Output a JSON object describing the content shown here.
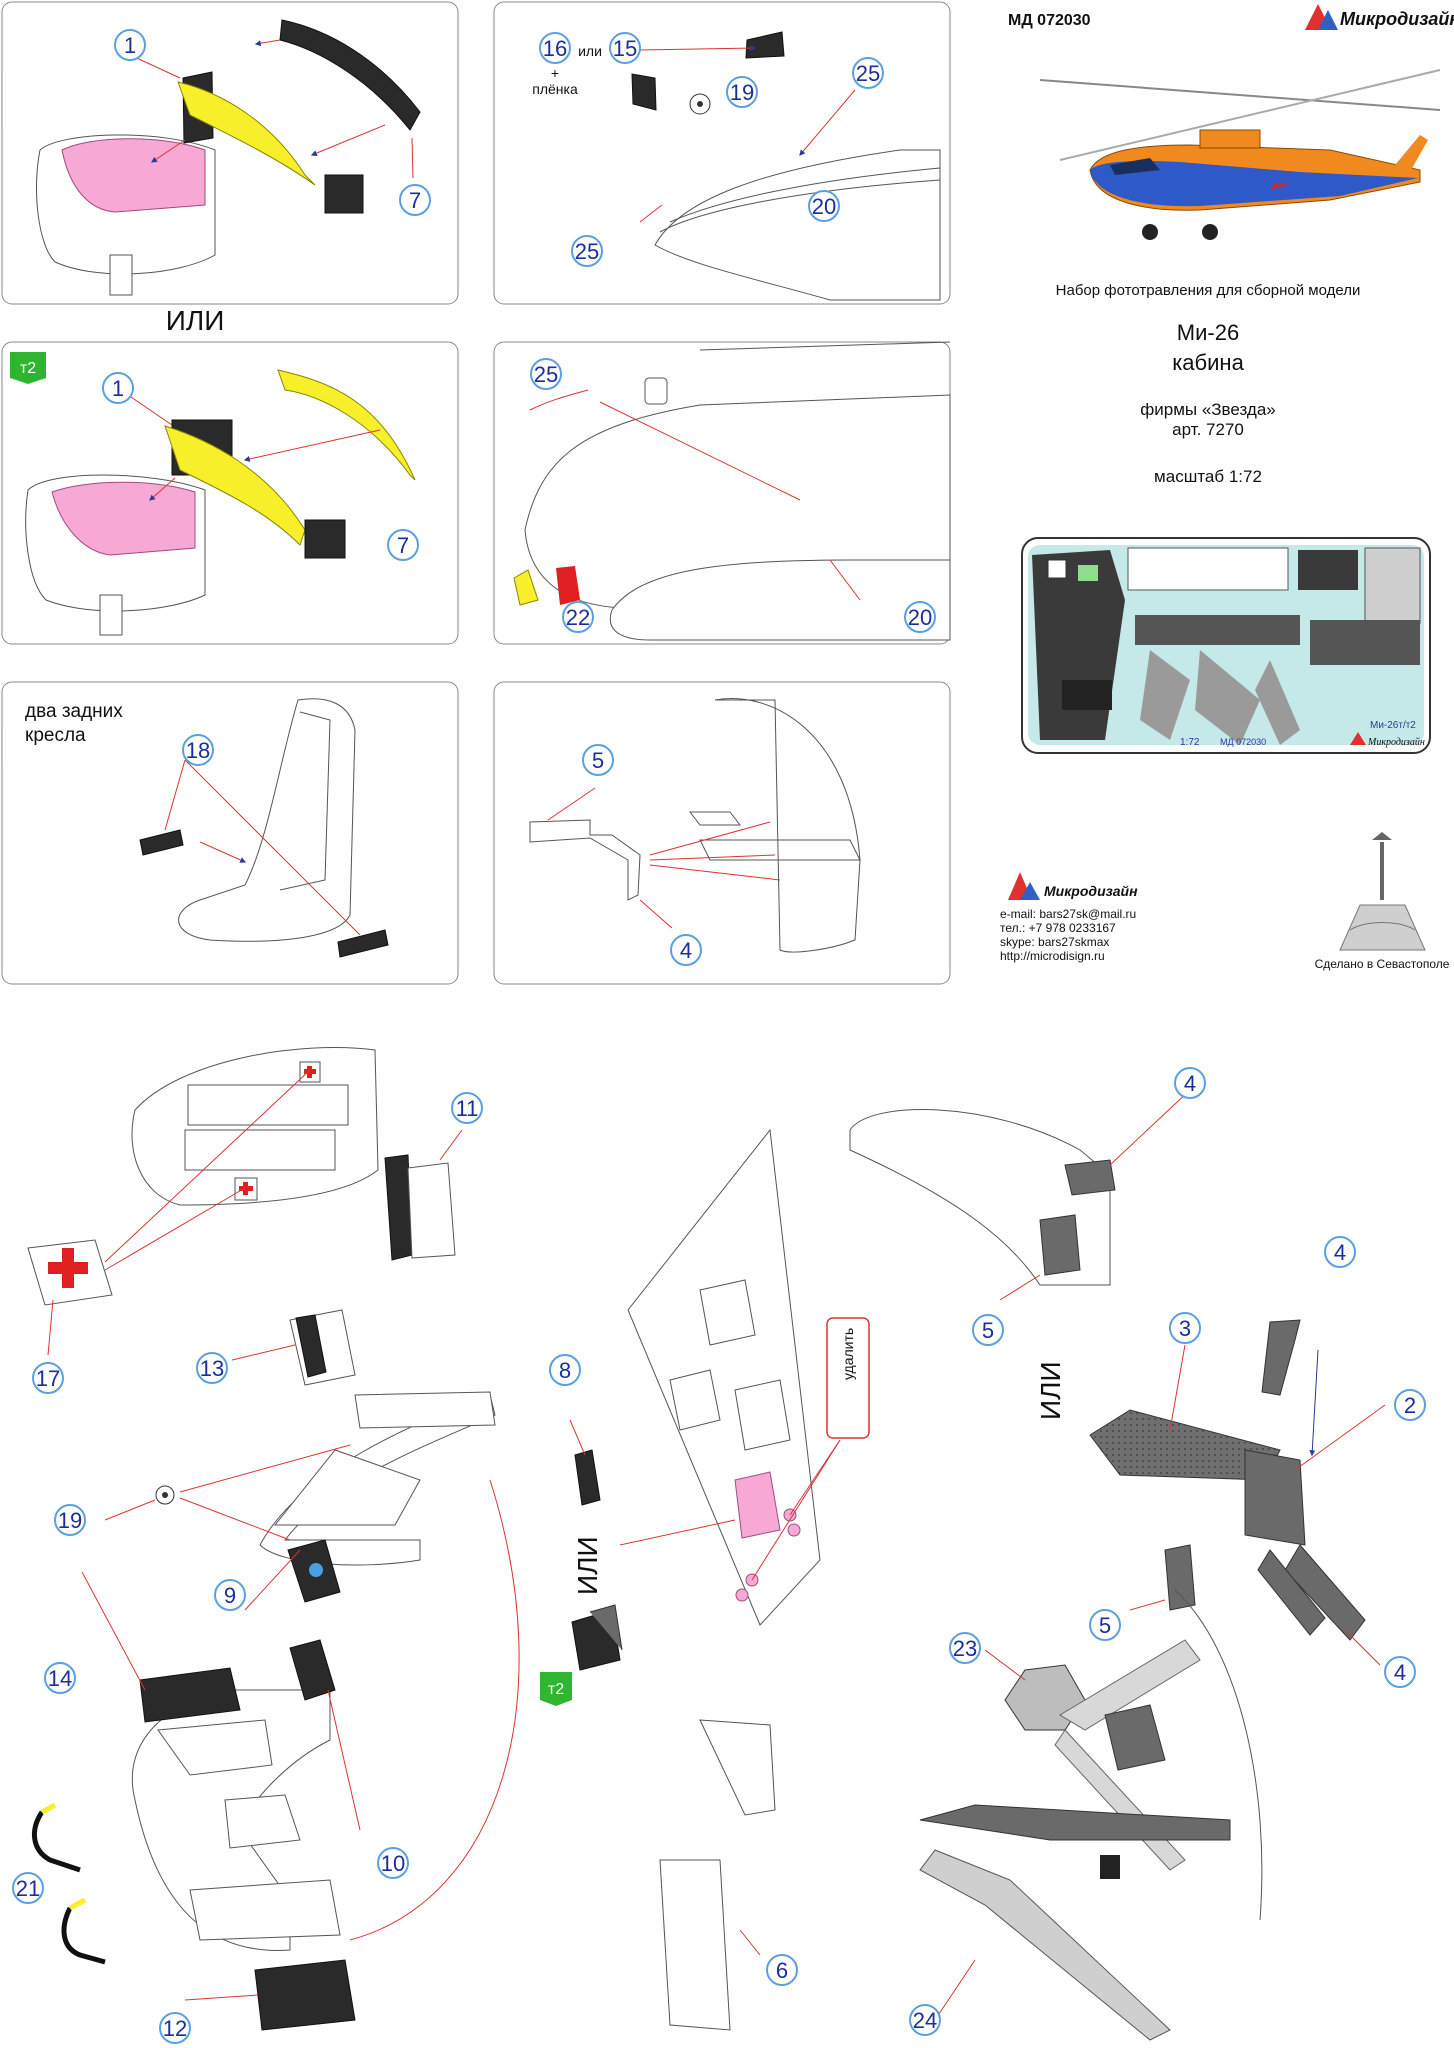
{
  "header": {
    "code": "МД 072030",
    "brand": "Микродизайн",
    "subtitle": "Набор фототравления для сборной модели",
    "model": "Ми-26",
    "model_part": "кабина",
    "maker": "фирмы «Звезда»",
    "article": "арт. 7270",
    "scale": "масштаб 1:72"
  },
  "contacts": {
    "brand": "Микродизайн",
    "email": "e-mail: bars27sk@mail.ru",
    "phone": "тел.: +7 978 0233167",
    "skype": "skype: bars27skmax",
    "web": "http://microdisign.ru",
    "made_in": "Сделано в Севастополе"
  },
  "fret": {
    "scale_mark": "1:72",
    "model_mark": "Ми-26т/т2",
    "brand": "Микродизайн",
    "code_mark": "МД 072030"
  },
  "texts": {
    "or": "ИЛИ",
    "or_small": "или",
    "plus": "+",
    "film": "плёнка",
    "two_rear_1": "два задних",
    "two_rear_2": "кресла",
    "remove": "удалить",
    "t2": "т2"
  },
  "parts": [
    "1",
    "2",
    "3",
    "4",
    "5",
    "6",
    "7",
    "8",
    "9",
    "10",
    "11",
    "12",
    "13",
    "14",
    "15",
    "16",
    "17",
    "18",
    "19",
    "20",
    "21",
    "22",
    "23",
    "24",
    "25"
  ]
}
